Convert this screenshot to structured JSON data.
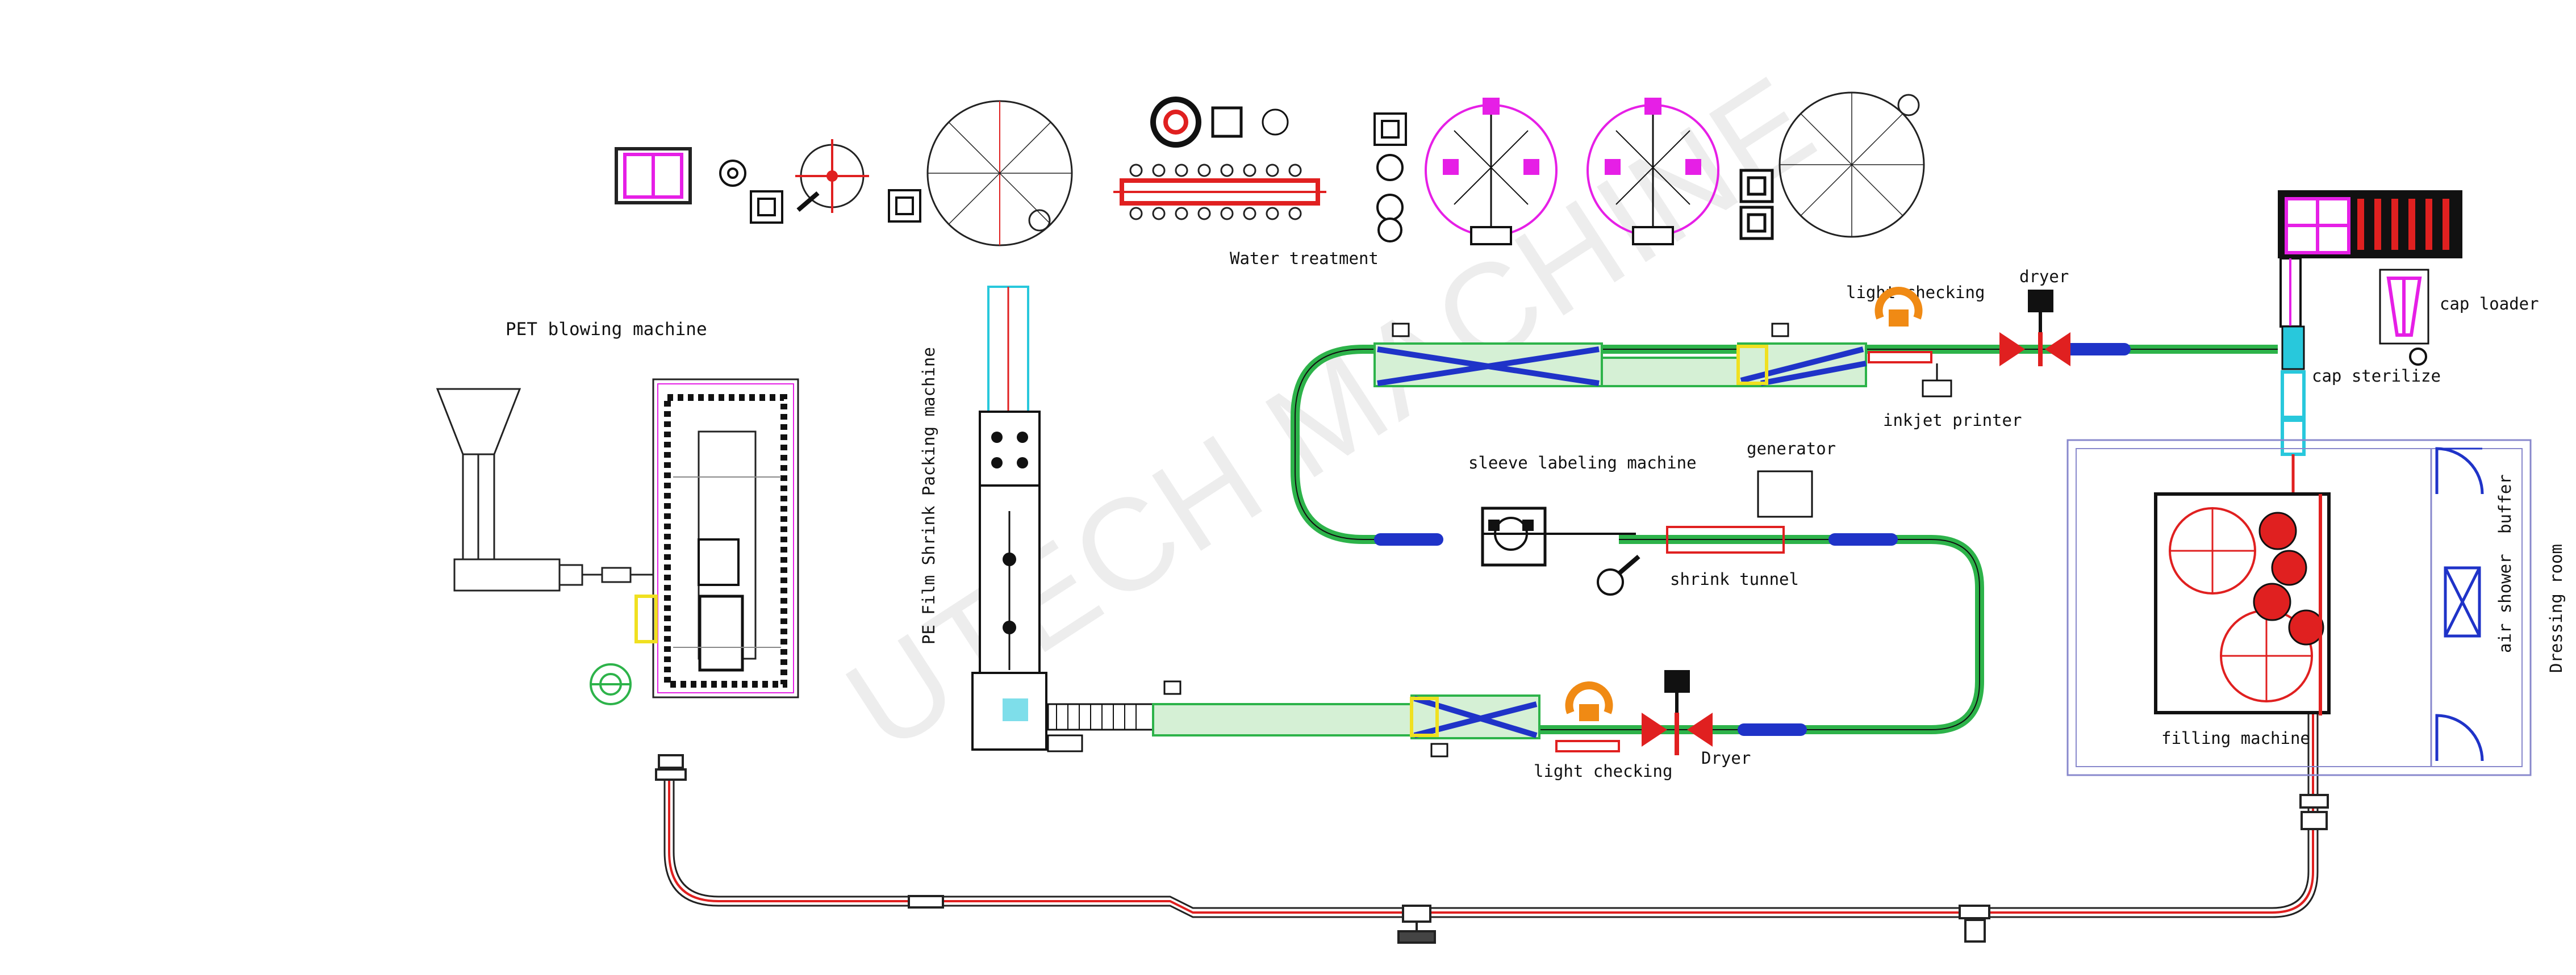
{
  "diagram": {
    "watermark": "UTECH MACHINE",
    "labels": {
      "pet_blowing": "PET blowing machine",
      "water_treatment": "Water treatment",
      "pe_film": "PE Film Shrink Packing machine",
      "sleeve_labeling": "sleeve labeling machine",
      "generator": "generator",
      "shrink_tunnel": "shrink tunnel",
      "light_checking_top": "light checking",
      "dryer_top": "dryer",
      "inkjet_printer": "inkjet printer",
      "light_checking_bottom": "light checking",
      "dryer_bottom": "Dryer",
      "cap_loader": "cap loader",
      "cap_sterilize": "cap sterilize",
      "filling_machine": "filling machine",
      "buffer": "buffer",
      "air_shower": "air shower",
      "dressing_room": "Dressing room"
    },
    "colors": {
      "conveyor_green": "#2db34a",
      "dryer_blue": "#1f33c8",
      "bottle_red": "#e02020",
      "magenta": "#e61fe6",
      "cyan": "#28c8dc",
      "orange": "#f08a14",
      "yellow": "#f0e020"
    }
  }
}
